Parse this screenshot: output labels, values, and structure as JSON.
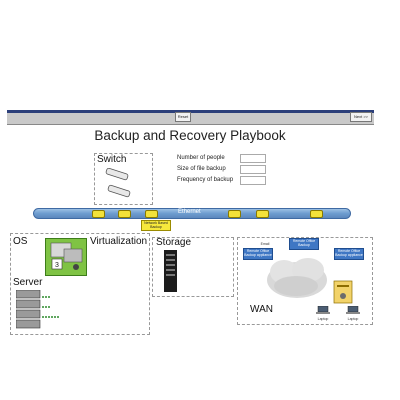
{
  "toolbar": {
    "reset_label": "Reset",
    "next_label": "Next >>"
  },
  "title": "Backup and Recovery Playbook",
  "switch": {
    "label": "Switch"
  },
  "form": {
    "fields": [
      {
        "label": "Number of people",
        "value": ""
      },
      {
        "label": "Size of file backup",
        "value": ""
      },
      {
        "label": "Frequency of backup",
        "value": ""
      }
    ]
  },
  "network": {
    "label": "Ethernet",
    "node_tag": "Network Based Backup"
  },
  "os": {
    "label": "OS"
  },
  "virtualization": {
    "label": "Virtualization"
  },
  "server": {
    "label": "Server"
  },
  "storage": {
    "label": "Storage"
  },
  "wan": {
    "label": "WAN",
    "email_label": "Email",
    "remote_office_backup": "Remote Office Backup",
    "remote_office_appliance_left": "Remote Office Backup appliance",
    "remote_office_appliance_right": "Remote Office Backup appliance",
    "laptop_left": "Laptop",
    "laptop_right": "Laptop"
  },
  "colors": {
    "toolbar_border": "#2c3f7a",
    "ethernet": "#6d9ccf",
    "node_yellow": "#f3e23a"
  }
}
